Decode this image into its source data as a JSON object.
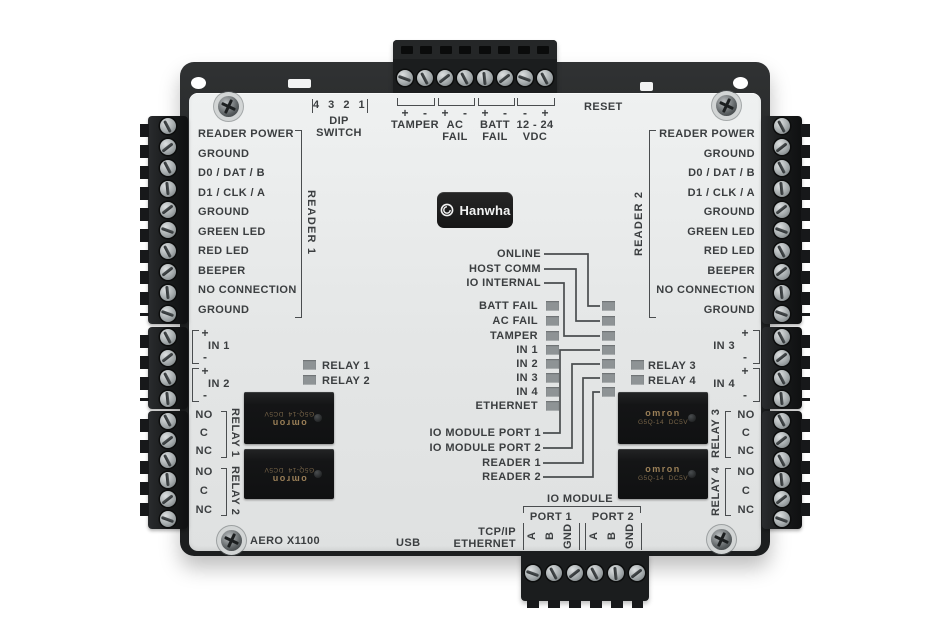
{
  "device": {
    "model": "AERO X1100",
    "brand_logo": "Hanwha"
  },
  "top_area": {
    "dip_numbers": "4 3 2 1",
    "dip_line1": "DIP",
    "dip_line2": "SWITCH",
    "reset": "RESET",
    "groups": [
      {
        "line1": "TAMPER",
        "line2": "",
        "sign_left": "+",
        "sign_right": "-"
      },
      {
        "line1": "AC",
        "line2": "FAIL",
        "sign_left": "+",
        "sign_right": "-"
      },
      {
        "line1": "BATT",
        "line2": "FAIL",
        "sign_left": "+",
        "sign_right": "-"
      },
      {
        "line1": "12 - 24",
        "line2": "VDC",
        "sign_left": "-",
        "sign_right": "+"
      }
    ]
  },
  "reader1": {
    "title": "READER 1",
    "pins": [
      "READER POWER",
      "GROUND",
      "D0 / DAT / B",
      "D1 / CLK / A",
      "GROUND",
      "GREEN LED",
      "RED LED",
      "BEEPER",
      "NO CONNECTION",
      "GROUND"
    ]
  },
  "reader2": {
    "title": "READER 2",
    "pins": [
      "READER POWER",
      "GROUND",
      "D0 / DAT / B",
      "D1 / CLK / A",
      "GROUND",
      "GREEN LED",
      "RED LED",
      "BEEPER",
      "NO CONNECTION",
      "GROUND"
    ]
  },
  "inputs": {
    "in1": {
      "label": "IN 1",
      "plus": "+",
      "minus": "-"
    },
    "in2": {
      "label": "IN 2",
      "plus": "+",
      "minus": "-"
    },
    "in3": {
      "label": "IN 3",
      "plus": "+",
      "minus": "-"
    },
    "in4": {
      "label": "IN 4",
      "plus": "+",
      "minus": "-"
    }
  },
  "relay_terminals": {
    "relay1": {
      "title": "RELAY 1",
      "pins": [
        "NO",
        "C",
        "NC"
      ]
    },
    "relay2": {
      "title": "RELAY 2",
      "pins": [
        "NO",
        "C",
        "NC"
      ]
    },
    "relay3": {
      "title": "RELAY 3",
      "pins": [
        "NO",
        "C",
        "NC"
      ]
    },
    "relay4": {
      "title": "RELAY 4",
      "pins": [
        "NO",
        "C",
        "NC"
      ]
    }
  },
  "status_leds": {
    "top_labels": [
      "ONLINE",
      "HOST COMM",
      "IO INTERNAL"
    ],
    "mid_labels": [
      "BATT FAIL",
      "AC FAIL",
      "TAMPER",
      "IN 1",
      "IN 2",
      "IN 3",
      "IN 4",
      "ETHERNET"
    ],
    "bottom_labels": [
      "IO MODULE PORT 1",
      "IO MODULE PORT 2",
      "READER 1",
      "READER 2"
    ]
  },
  "relay_indicators": [
    "RELAY 1",
    "RELAY 2",
    "RELAY 3",
    "RELAY 4"
  ],
  "io_module": {
    "title": "IO MODULE",
    "port1": {
      "label": "PORT 1",
      "pins": [
        "A",
        "B",
        "GND"
      ]
    },
    "port2": {
      "label": "PORT 2",
      "pins": [
        "A",
        "B",
        "GND"
      ]
    }
  },
  "bottom_area": {
    "usb": "USB",
    "tcpip_line1": "TCP/IP",
    "tcpip_line2": "ETHERNET"
  },
  "relay_chip": {
    "brand": "omron",
    "model": "G5Q-14",
    "rating": "DC5V"
  },
  "colors": {
    "panel": "#e7e9e9",
    "frame": "#232526",
    "text": "#3b3e40",
    "led": "#8e9395",
    "trace": "#4a4d4f"
  }
}
